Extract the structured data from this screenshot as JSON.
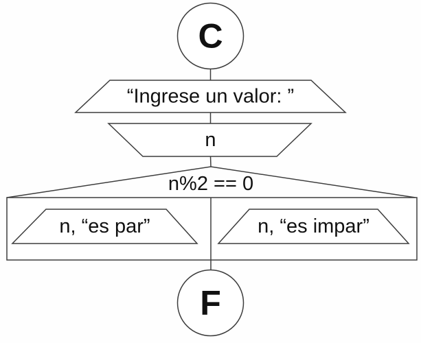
{
  "flowchart": {
    "type": "pseint-style-flow-diagram",
    "start_label": "C",
    "prompt_output_label": "“Ingrese un valor: ”",
    "read_input_label": "n",
    "condition_label": "n%2 == 0",
    "true_branch_output_label": "n, “es par”",
    "false_branch_output_label": "n, “es impar”",
    "end_label": "F"
  },
  "colors": {
    "background": "#fefefe",
    "line": "#3d3d3d",
    "text": "#111111"
  }
}
